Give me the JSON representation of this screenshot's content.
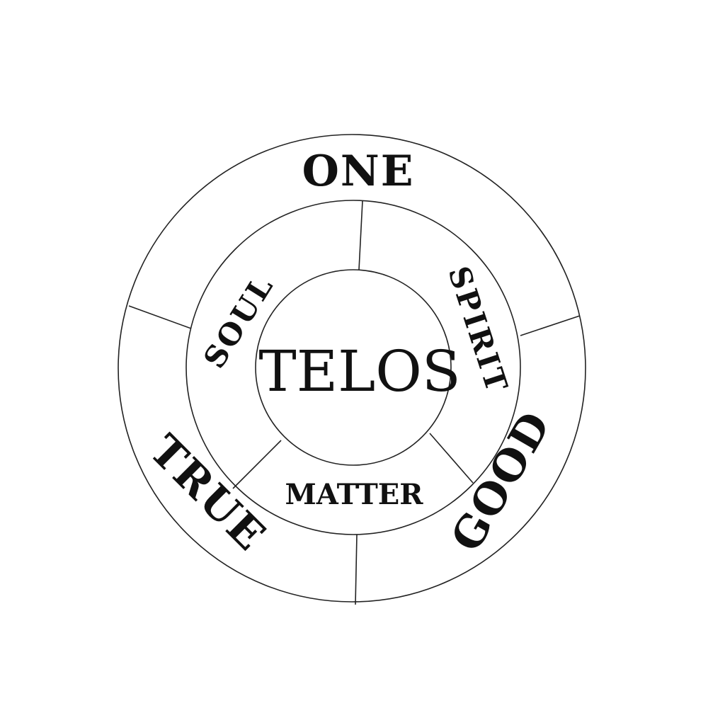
{
  "diagram": {
    "center": "TELOS",
    "middle_ring": {
      "soul": "SOUL",
      "spirit": "SPIRIT",
      "matter": "MATTER"
    },
    "outer_ring": {
      "one": "ONE",
      "good": "GOOD",
      "true": "TRUE"
    },
    "colors": {
      "line": "#222222",
      "text": "#111111",
      "background": "#ffffff"
    }
  }
}
